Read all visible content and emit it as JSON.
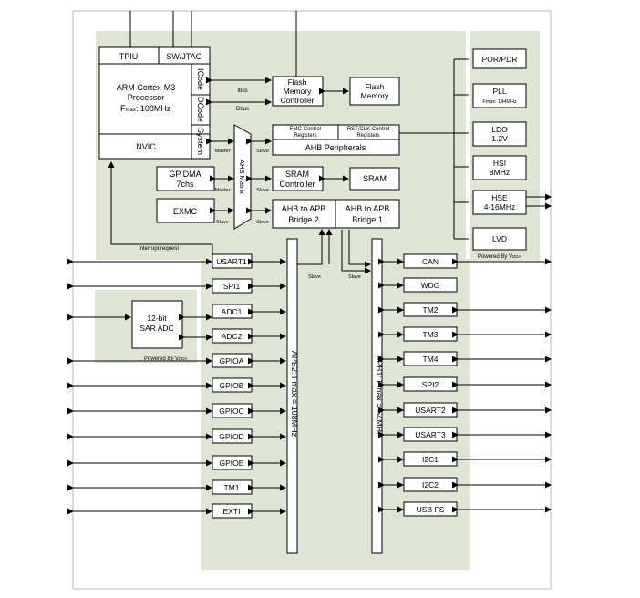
{
  "core": {
    "tpiu": "TPIU",
    "swjtag": "SW/JTAG",
    "cpu_line1": "ARM Cortex-M3",
    "cpu_line2": "Processor",
    "fmax_prefix": "F",
    "fmax_sub": "max",
    "fmax_value": ": 108MHz",
    "nvic": "NVIC",
    "icode": "ICode",
    "dcode": "DCode",
    "system": "System"
  },
  "bus_labels": {
    "ibus": "Ibus",
    "dbus": "Dbus",
    "master": "Master",
    "slave": "Slave",
    "ahb_matrix": "AHB Matrix",
    "interrupt_request": "Interrupt request",
    "apb2": "APB2: Fmax = 108MHz",
    "apb1": "APB1: Fmax = 54MHz"
  },
  "blocks": {
    "flash_ctrl": [
      "Flash",
      "Memory",
      "Controller"
    ],
    "flash": [
      "Flash",
      "Memory"
    ],
    "fmc_regs": [
      "FMC Control",
      "Registers"
    ],
    "rst_clk_regs": [
      "RST/CLK Control",
      "Registers"
    ],
    "ahb_peripherals": "AHB Peripherals",
    "gp_dma": [
      "GP DMA",
      "7chs"
    ],
    "sram_ctrl": [
      "SRAM",
      "Controller"
    ],
    "sram": "SRAM",
    "exmc": "EXMC",
    "bridge2": [
      "AHB to APB",
      "Bridge 2"
    ],
    "bridge1": [
      "AHB to APB",
      "Bridge 1"
    ],
    "adc": [
      "12-bit",
      "SAR ADC"
    ]
  },
  "power": {
    "por_pdr": "POR/PDR",
    "pll": "PLL",
    "pll_fmax": "Fmax: 144MHz",
    "ldo": [
      "LDO",
      "1.2V"
    ],
    "hsi": [
      "HSI",
      "8MHz"
    ],
    "hse": [
      "HSE",
      "4-16MHz"
    ],
    "lvd": "LVD",
    "powered_by": "Powered By V",
    "vdda_sub": "DDA"
  },
  "apb2_peripherals": [
    "USART1",
    "SPI1",
    "ADC1",
    "ADC2",
    "GPIOA",
    "GPIOB",
    "GPIOC",
    "GPIOD",
    "GPIOE",
    "TM1",
    "EXTI"
  ],
  "apb1_peripherals": [
    "CAN",
    "WDG",
    "TM2",
    "TM3",
    "TM4",
    "SPI2",
    "USART2",
    "USART3",
    "I2C1",
    "I2C2",
    "USB FS"
  ],
  "colors": {
    "region_fill": "#dfe5d3",
    "line": "#000000",
    "box_fill": "#ffffff"
  }
}
